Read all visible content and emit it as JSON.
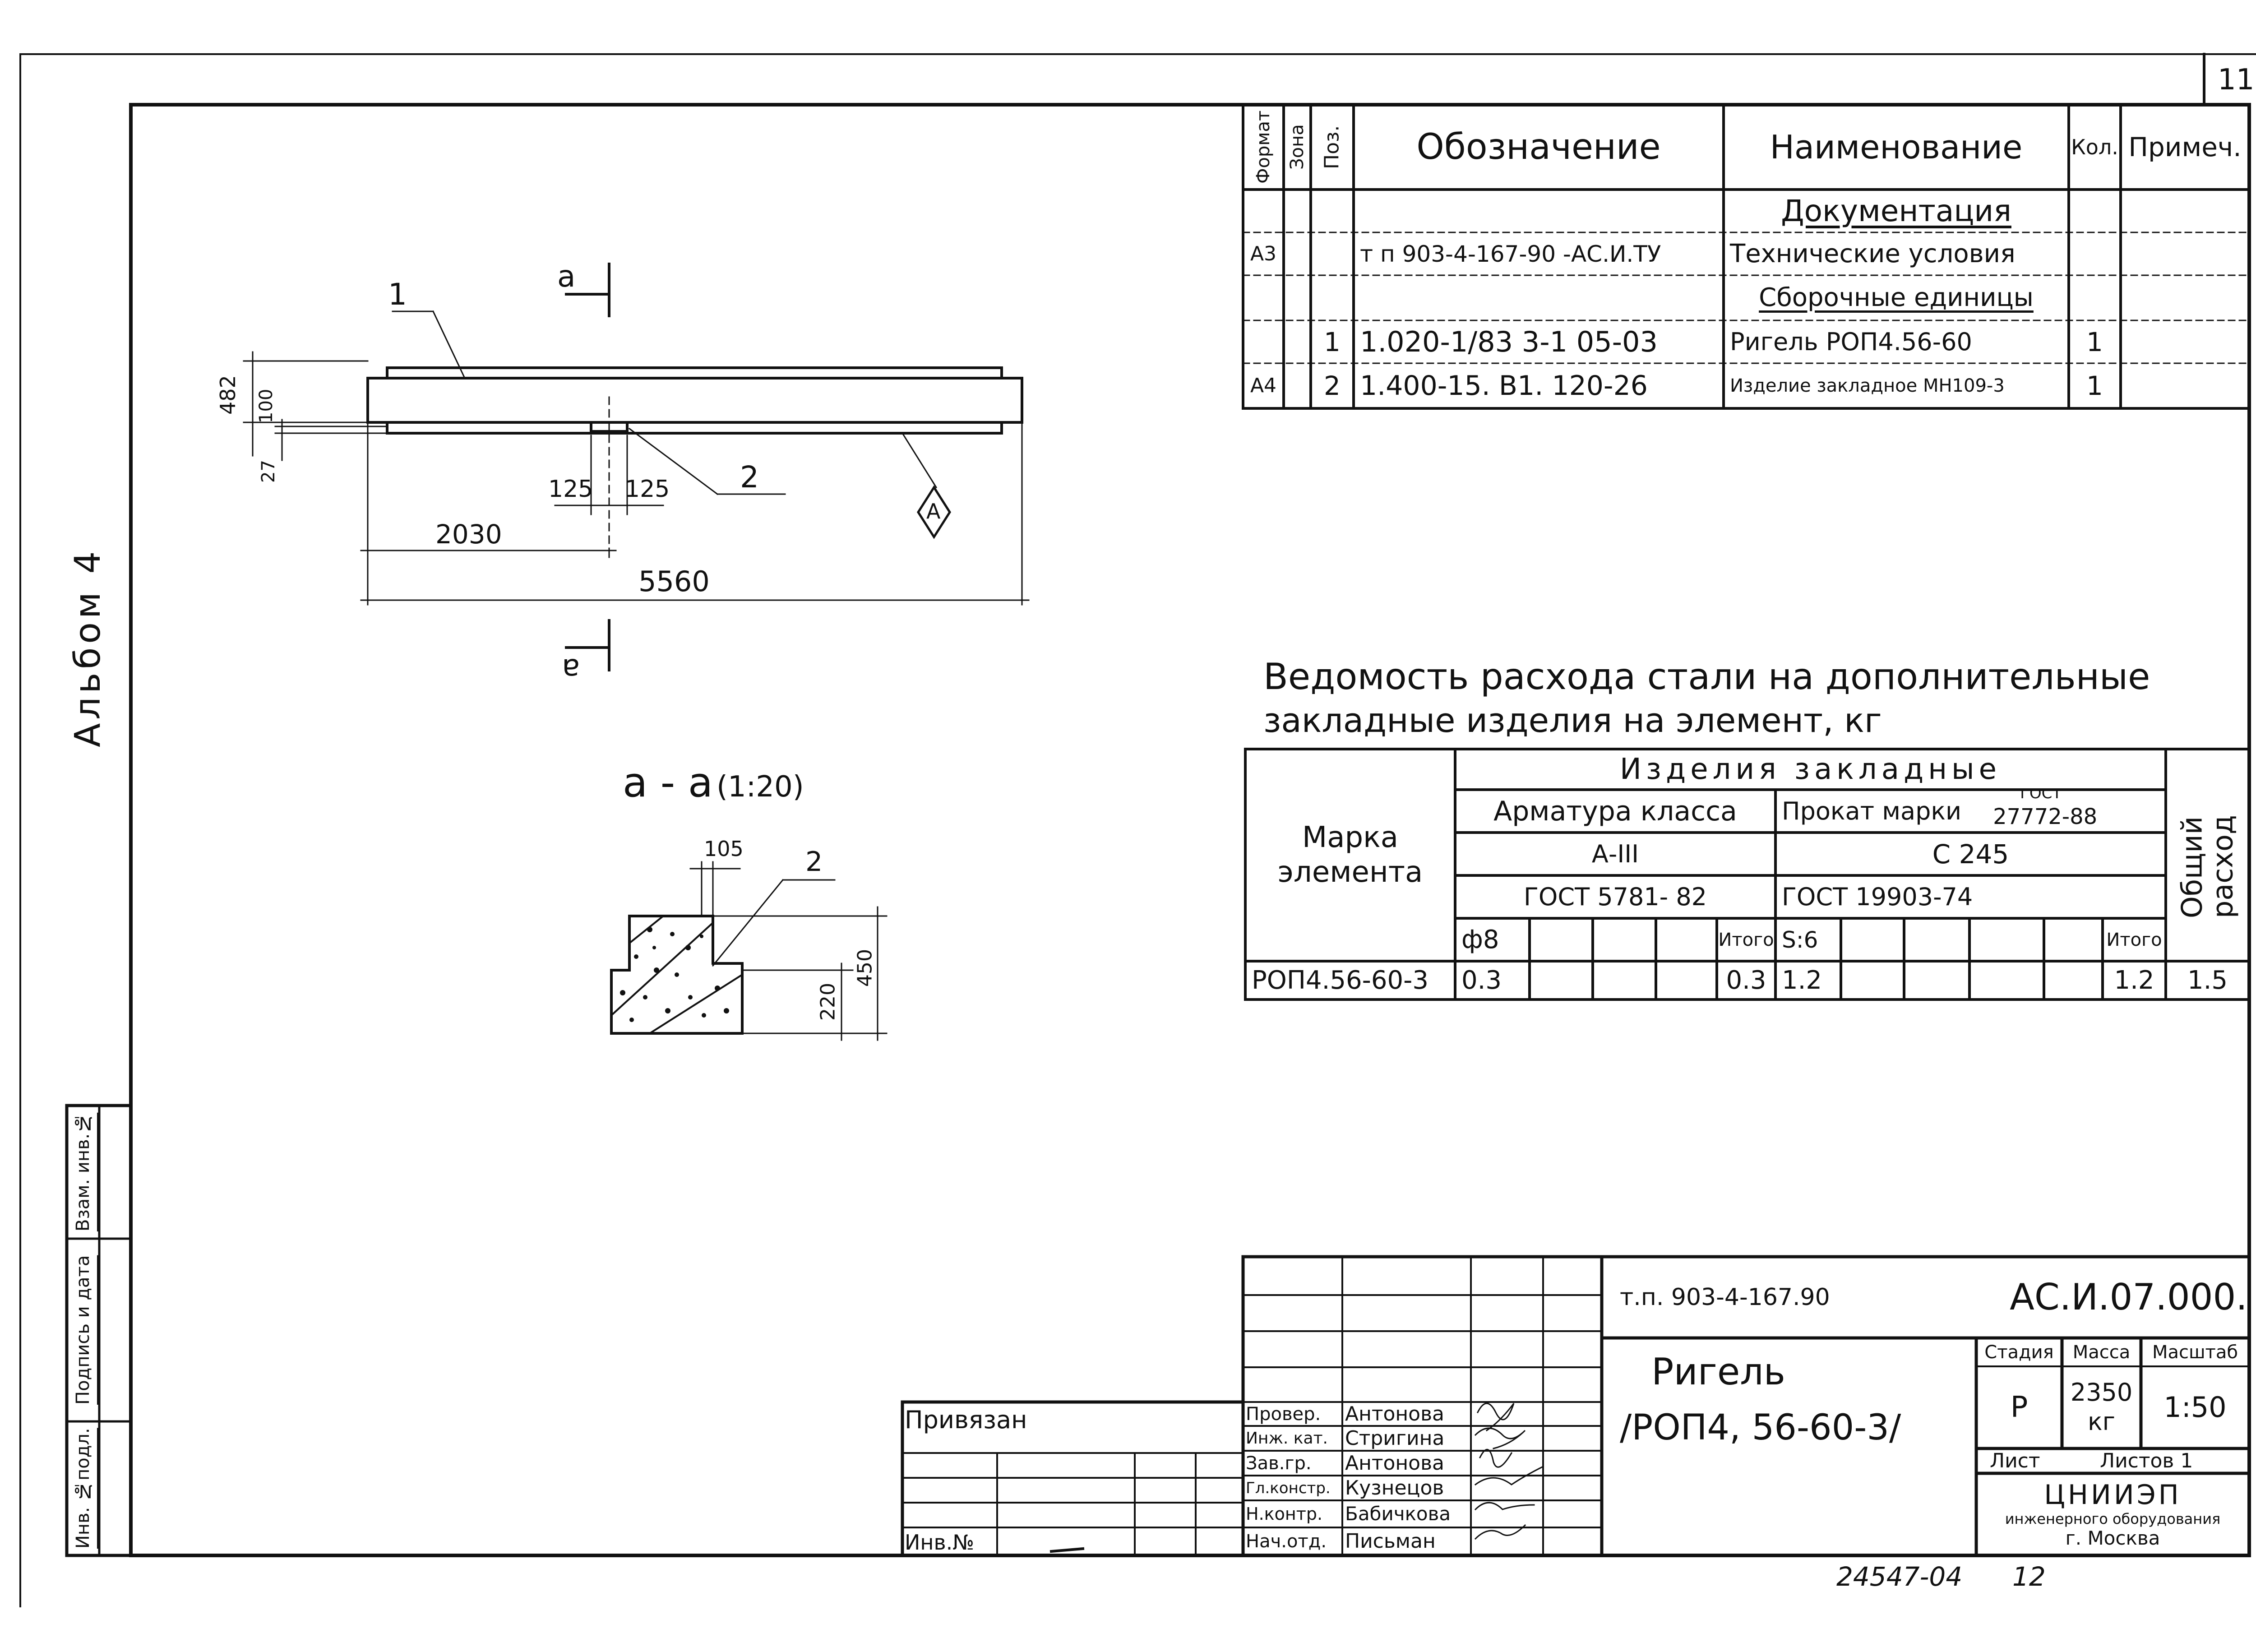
{
  "sheet": {
    "number": "11",
    "album": "Альбом 4",
    "bottom_code": "24547-04",
    "bottom_page": "12"
  },
  "side_stamp": {
    "inv_podl": "Инв. №подл.",
    "podpis_data": "Подпись и дата",
    "vzam_inv": "Взам. инв.№"
  },
  "spec": {
    "headers": {
      "format": "Формат",
      "zona": "Зона",
      "poz": "Поз.",
      "oboznachenie": "Обозначение",
      "naimenovanie": "Наименование",
      "kol": "Кол.",
      "primech": "Примеч."
    },
    "section_docs": "Документация",
    "row_doc": {
      "format": "А3",
      "designation": "т п 903-4-167-90 -АС.И.ТУ",
      "name": "Технические условия"
    },
    "section_units": "Сборочные единицы",
    "row1": {
      "poz": "1",
      "designation": "1.020-1/83 3-1 05-03",
      "name": "Ригель РОП4.56-60",
      "qty": "1"
    },
    "row2": {
      "format": "А4",
      "poz": "2",
      "designation": "1.400-15. В1. 120-26",
      "name": "Изделие закладное МН109-3",
      "qty": "1"
    }
  },
  "plan": {
    "section_mark": "а",
    "callout_1": "1",
    "callout_2": "2",
    "marker_a": "А",
    "dim_482": "482",
    "dim_100": "100",
    "dim_27": "27",
    "dim_125a": "125",
    "dim_125b": "125",
    "dim_2030": "2030",
    "dim_5560": "5560"
  },
  "section": {
    "title": "а - а",
    "scale": "(1:20)",
    "dim_105": "105",
    "callout_2": "2",
    "dim_450": "450",
    "dim_220": "220"
  },
  "steel": {
    "title_line1": "Ведомость расхода стали на дополнительные",
    "title_line2": "закладные изделия на элемент, кг",
    "mark_header": "Марка элемента",
    "group_header": "Изделия закладные",
    "armatura": "Арматура класса",
    "prokat": "Прокат марки",
    "gost_top": "ГОСТ",
    "gost_num": "27772-88",
    "class_a3": "А-III",
    "steel_c245": "С 245",
    "gost_5781": "ГОСТ 5781- 82",
    "gost_19903": "ГОСТ 19903-74",
    "phi8": "ф8",
    "itogo1": "Итого",
    "s6": "S:6",
    "itogo2": "Итого",
    "total_header": "Общий расход",
    "row": {
      "mark": "РОП4.56-60-3",
      "phi8": "0.3",
      "itogo1": "0.3",
      "s6": "1.2",
      "itogo2": "1.2",
      "total": "1.5"
    }
  },
  "titleblock": {
    "project": "т.п. 903-4-167.90",
    "code": "АС.И.07.000.",
    "name_line1": "Ригель",
    "name_line2": "/РОП4, 56-60-3/",
    "stadiya_h": "Стадия",
    "massa_h": "Масса",
    "masshtab_h": "Масштаб",
    "stadiya": "Р",
    "massa_1": "2350",
    "massa_2": "кг",
    "masshtab": "1:50",
    "list": "Лист",
    "listov": "Листов 1",
    "org1": "ЦНИИЭП",
    "org2": "инженерного оборудования",
    "org3": "г. Москва",
    "privyazan": "Привязан",
    "inv_no": "Инв.№",
    "roles": [
      "Провер.",
      "Инж. кат.",
      "Зав.гр.",
      "Гл.констр.",
      "Н.контр.",
      "Нач.отд."
    ],
    "names": [
      "Антонова",
      "Стригина",
      "Антонова",
      "Кузнецов",
      "Бабичкова",
      "Письман"
    ]
  }
}
